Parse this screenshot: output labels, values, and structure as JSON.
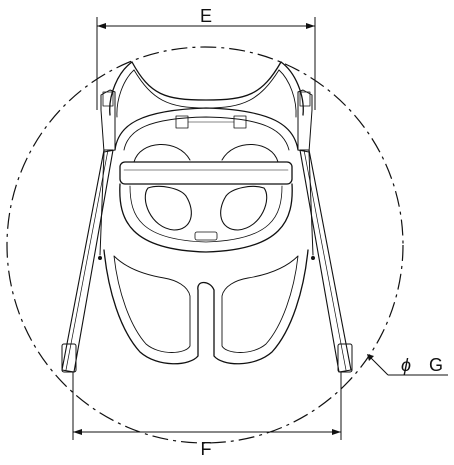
{
  "labels": {
    "E": "E",
    "F": "F",
    "phi": "ϕ",
    "G": "G"
  },
  "colors": {
    "line": "#111111",
    "dash": "#111111",
    "background": "#ffffff"
  }
}
